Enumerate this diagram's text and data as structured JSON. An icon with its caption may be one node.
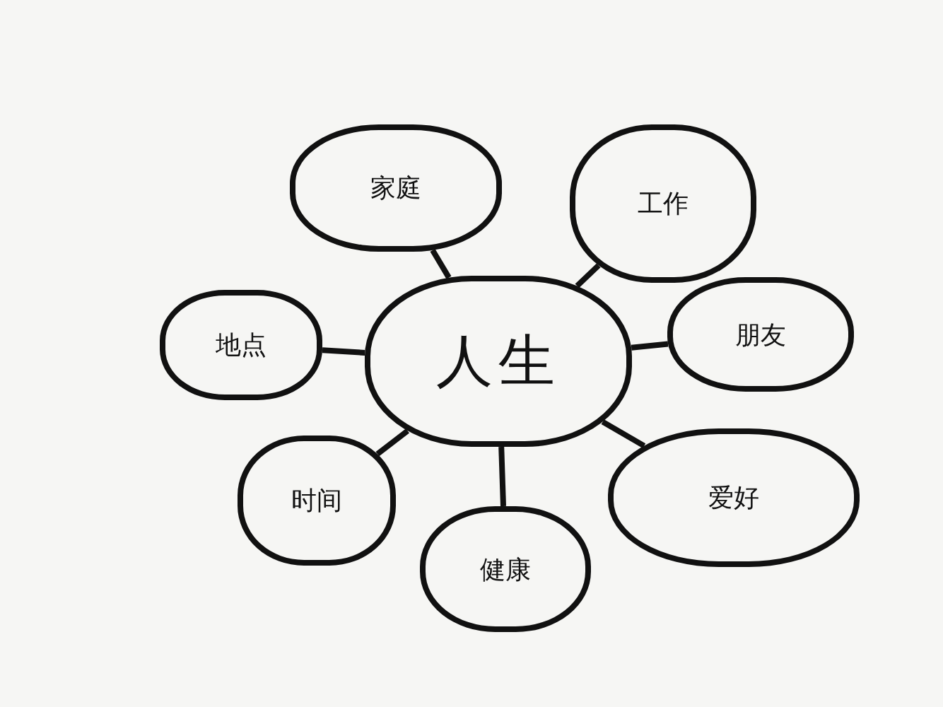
{
  "diagram": {
    "nodes": [
      {
        "text": [
          "家庭"
        ]
      },
      {
        "text": [
          "工作"
        ]
      },
      {
        "text": [
          "地点"
        ]
      },
      {
        "text": [
          "人生"
        ]
      },
      {
        "text": [
          "朋友"
        ]
      },
      {
        "text": [
          "时间"
        ]
      },
      {
        "text": [
          "爱好"
        ]
      },
      {
        "text": [
          "健康"
        ]
      }
    ],
    "edges": [
      {
        "from": 3,
        "to": 0,
        "arrow": "none"
      },
      {
        "from": 3,
        "to": 1,
        "arrow": "none"
      },
      {
        "from": 3,
        "to": 2,
        "arrow": "none"
      },
      {
        "from": 3,
        "to": 4,
        "arrow": "none"
      },
      {
        "from": 3,
        "to": 5,
        "arrow": "none"
      },
      {
        "from": 3,
        "to": 6,
        "arrow": "none"
      },
      {
        "from": 3,
        "to": 7,
        "arrow": "none"
      }
    ]
  }
}
